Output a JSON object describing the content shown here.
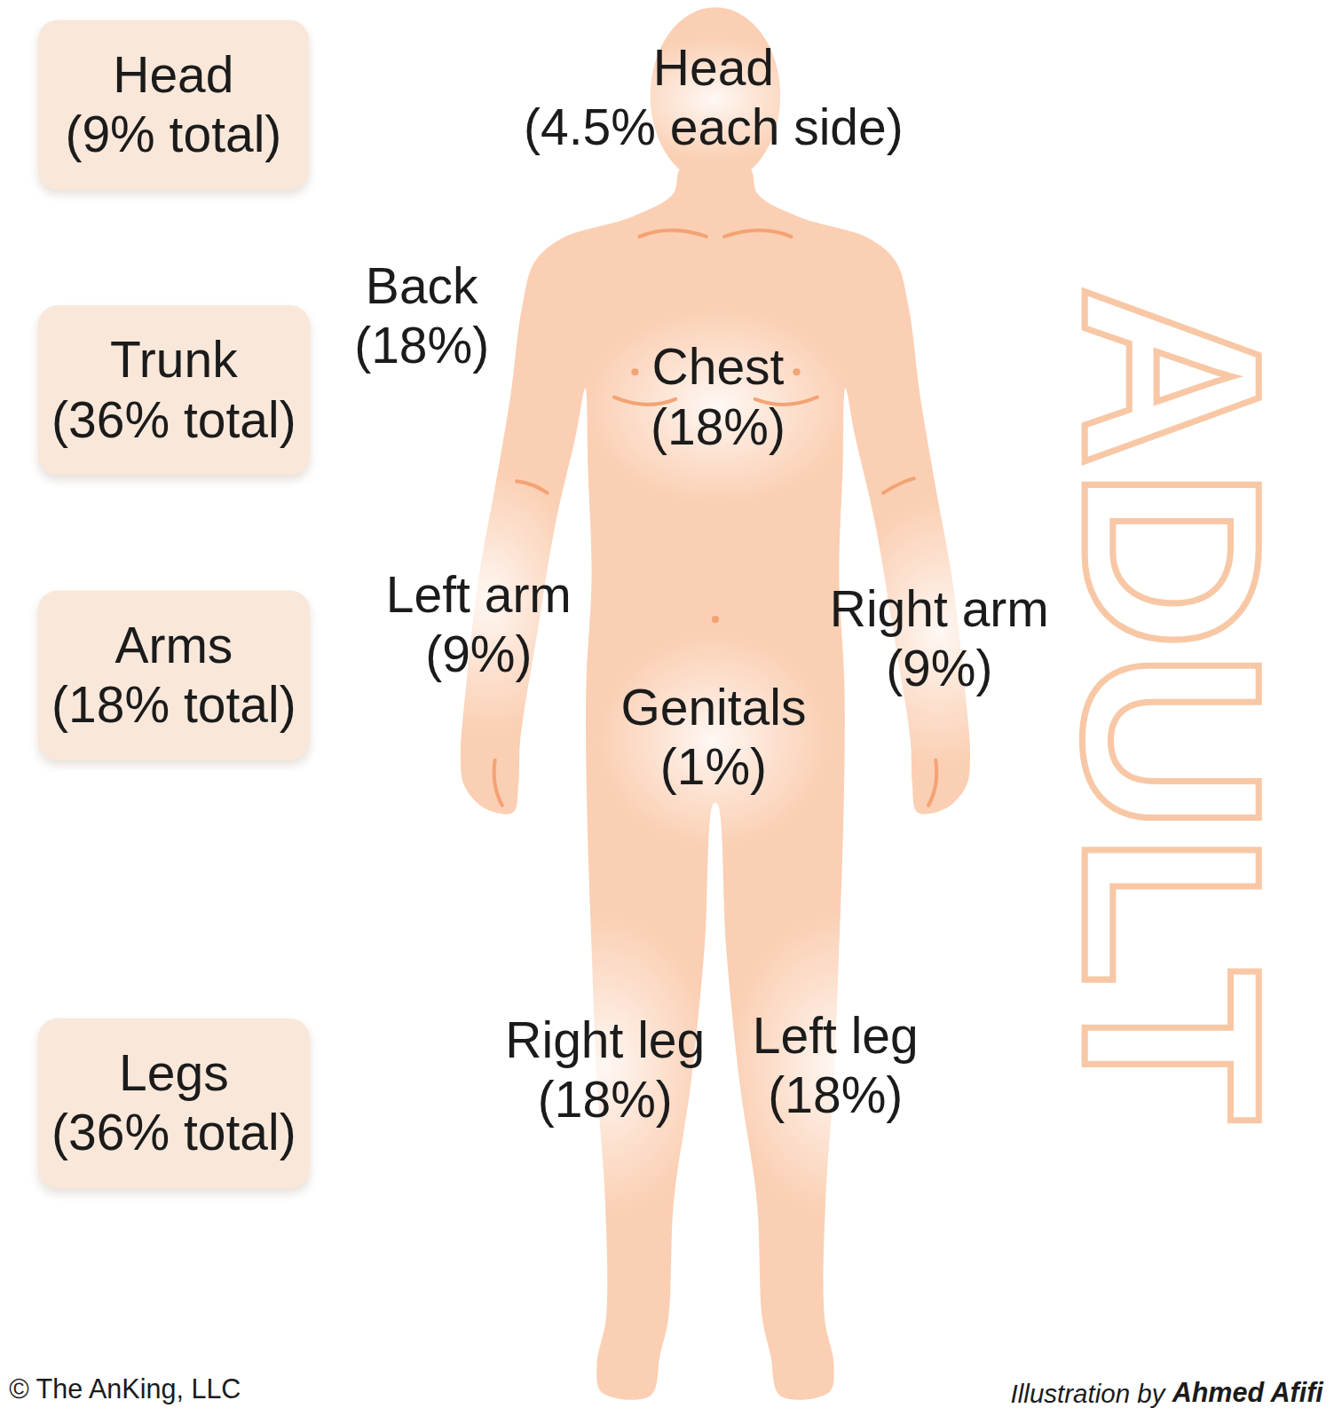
{
  "diagram": {
    "nodes": [
      {
        "text": [
          "Head (9% total)"
        ]
      },
      {
        "text": [
          "Trunk (36% total)"
        ]
      },
      {
        "text": [
          "Arms (18% total)"
        ]
      },
      {
        "text": [
          "Legs (36% total)"
        ]
      }
    ],
    "labels": [
      "Head (4.5% each side)",
      "Back (18%)",
      "Chest (18%)",
      "Left arm (9%)",
      "Right arm (9%)",
      "Genitals (1%)",
      "Right leg (18%)",
      "Left leg (18%)",
      "ADULT",
      "© The AnKing, LLC",
      "Illustration by",
      "Ahmed Afifi"
    ]
  }
}
